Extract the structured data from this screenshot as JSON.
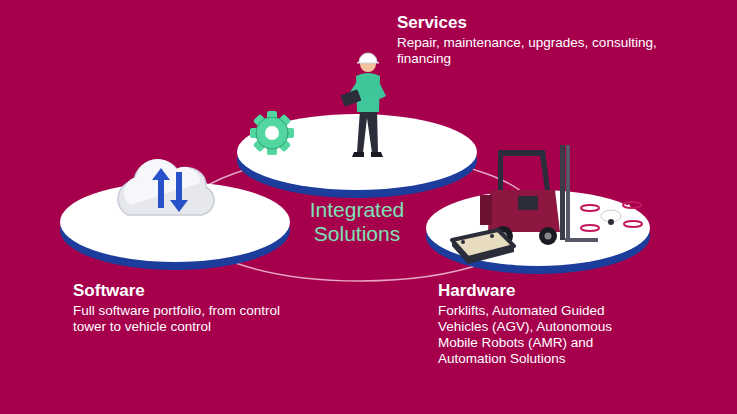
{
  "diagram": {
    "nodes": [
      {
        "text": [
          "Services",
          "Repair, maintenance, upgrades, consulting, financing"
        ]
      },
      {
        "text": [
          "Software",
          "Full software portfolio, from control tower to vehicle control"
        ]
      },
      {
        "text": [
          "Hardware",
          "Forklifts, Automated Guided Vehicles (AGV), Autonomous Mobile Robots (AMR) and Automation Solutions"
        ]
      }
    ],
    "labels": [
      "Integrated Solutions"
    ]
  }
}
